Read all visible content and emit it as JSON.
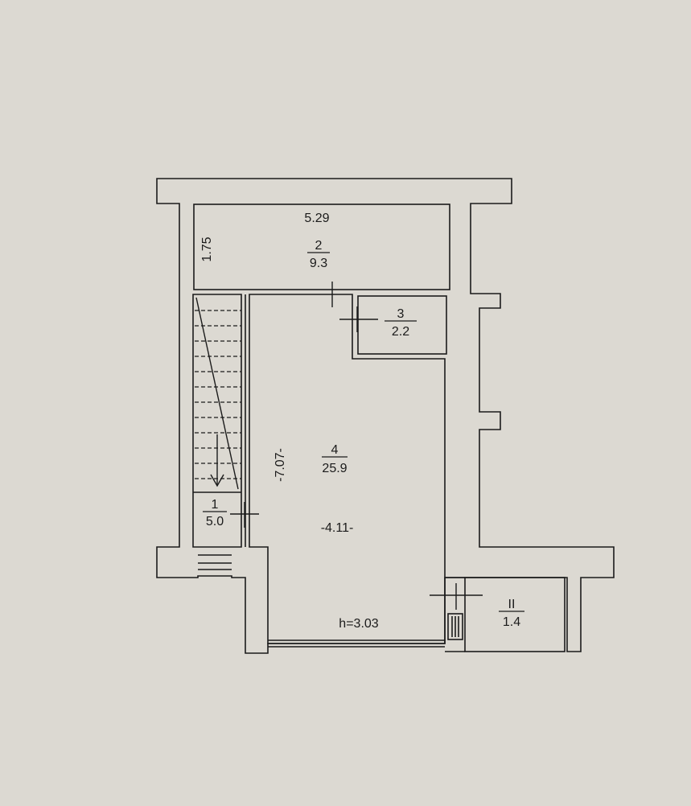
{
  "floor_plan": {
    "ceiling_height": "h=3.03",
    "rooms": [
      {
        "number": "1",
        "area": "5.0"
      },
      {
        "number": "2",
        "area": "9.3"
      },
      {
        "number": "3",
        "area": "2.2"
      },
      {
        "number": "4",
        "area": "25.9"
      },
      {
        "number": "II",
        "area": "1.4"
      }
    ],
    "dimensions": {
      "room2_length": "5.29",
      "room2_width": "1.75",
      "room4_length": "-7.07-",
      "room4_width": "-4.11-"
    },
    "colors": {
      "paper": "#dcd9d2",
      "ink": "#1b1b1b"
    }
  }
}
